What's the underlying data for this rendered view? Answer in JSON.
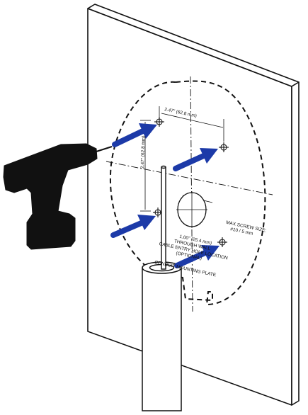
{
  "dimensions": {
    "horizontal": "2.47\" (62.8 mm)",
    "vertical": "2.47\" (62.8 mm)"
  },
  "hole_note": {
    "line1": "1.00\" (25.4 mm)",
    "line2": "THROUGH WALL",
    "line3": "CABLE ENTRY HOLE LOCATION",
    "line4": "(OPTIONAL)"
  },
  "screw_note": {
    "line1": "MAX SCREW SIZE:",
    "line2": "#10 / 5 mm"
  },
  "plate_label": "CONDUIT MOUNTING PLATE",
  "colors": {
    "arrow": "#1c3aa8",
    "line": "#111111",
    "drill": "#111111",
    "background": "#ffffff"
  }
}
